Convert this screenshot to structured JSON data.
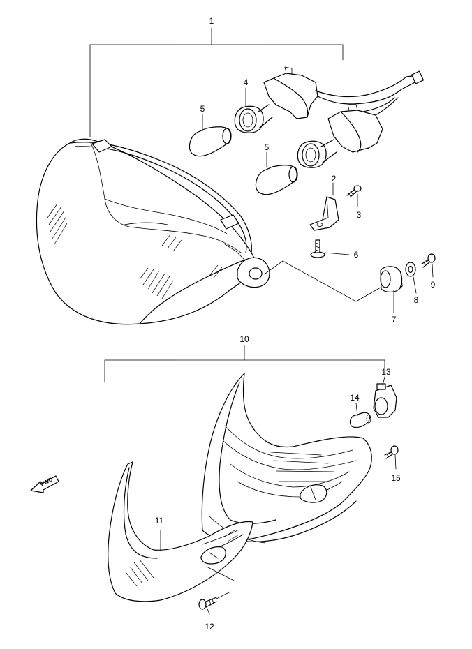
{
  "diagram": {
    "callouts": {
      "p1": "1",
      "p2": "2",
      "p3": "3",
      "p4": "4",
      "p5a": "5",
      "p5b": "5",
      "p6": "6",
      "p7": "7",
      "p8": "8",
      "p9": "9",
      "p10": "10",
      "p11": "11",
      "p12": "12",
      "p13": "13",
      "p14": "14",
      "p15": "15"
    },
    "fwd_label": "FWD"
  }
}
